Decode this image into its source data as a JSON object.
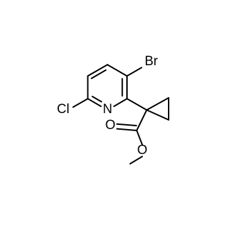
{
  "molecule": {
    "atoms": {
      "bromine": "Br",
      "chlorine": "Cl",
      "ring_nitrogen": "N",
      "carbonyl_oxygen": "O",
      "ester_oxygen": "O"
    },
    "colors": {
      "background": "#ffffff",
      "bonds": "#000000",
      "labels": "#000000"
    }
  }
}
